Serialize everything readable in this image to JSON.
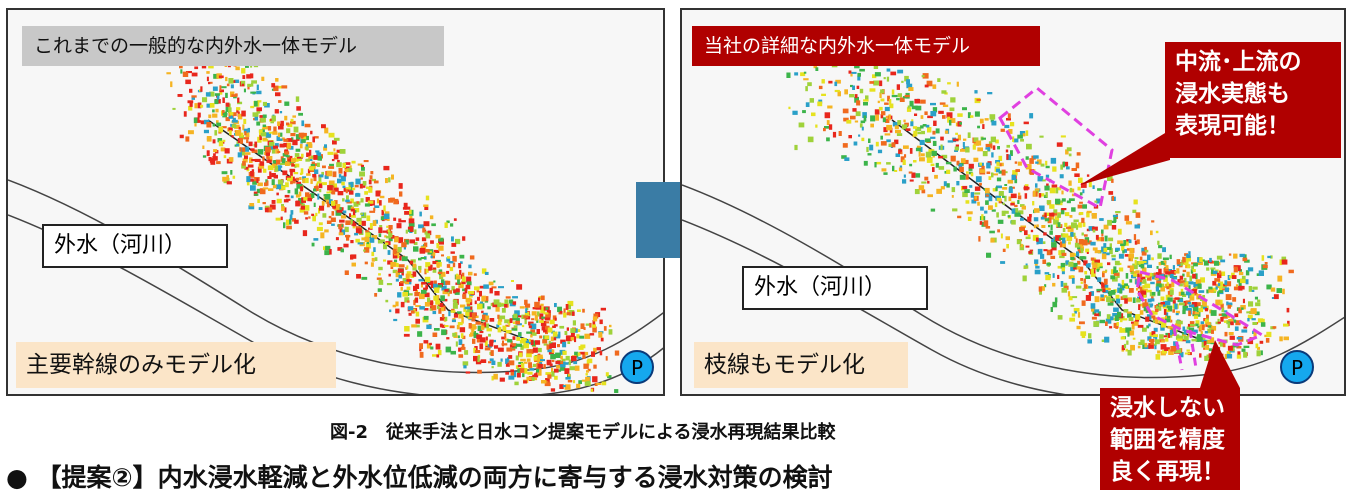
{
  "left_panel": {
    "title": "これまでの一般的な内外水一体モデル",
    "river_label": "外水（河川）",
    "bottom_label": "主要幹線のみモデル化",
    "p_badge": "P"
  },
  "right_panel": {
    "title": "当社の詳細な内外水一体モデル",
    "river_label": "外水（河川）",
    "bottom_label": "枝線もモデル化",
    "p_badge": "P",
    "callout_upper": [
      "中流･上流の",
      "浸水実態も",
      "表現可能！"
    ],
    "callout_lower": [
      "浸水しない",
      "範囲を精度",
      "良く再現！"
    ]
  },
  "figure_caption": "図-2　従来手法と日水コン提案モデルによる浸水再現結果比較",
  "section_heading": "● 【提案②】内水浸水軽減と外水位低減の両方に寄与する浸水対策の検討",
  "colors": {
    "arrow": "#3a7ca5",
    "callout_red": "#b00000",
    "title_gray": "#c8c8c8",
    "label_beige": "#fbe5c8",
    "dashed_outline": "#e040e0",
    "p_badge": "#15a8ee"
  }
}
